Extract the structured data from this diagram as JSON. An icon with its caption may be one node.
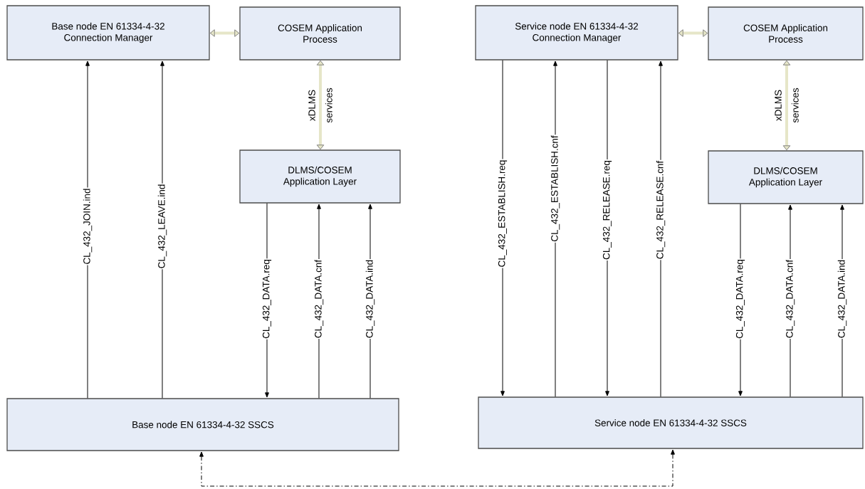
{
  "diagram": {
    "nodes": [
      {
        "text": [
          "Base node EN 61334-4-32 Connection Manager"
        ]
      },
      {
        "text": [
          "COSEM Application Process"
        ]
      },
      {
        "text": [
          "Service node EN 61334-4-32 Connection Manager"
        ]
      },
      {
        "text": [
          "COSEM Application Process"
        ]
      },
      {
        "text": [
          "DLMS/COSEM Application Layer"
        ]
      },
      {
        "text": [
          "DLMS/COSEM Application Layer"
        ]
      },
      {
        "text": [
          "Base node EN 61334-4-32 SSCS"
        ]
      },
      {
        "text": [
          "Service node EN 61334-4-32 SSCS"
        ]
      }
    ],
    "edges": [
      {
        "from": 0,
        "to": 1,
        "arrow": "both",
        "style": "thick",
        "color": "#e6e6c8"
      },
      {
        "from": 1,
        "to": 4,
        "arrow": "both",
        "style": "thick",
        "color": "#e6e6c8",
        "label": "xDLMS services"
      },
      {
        "from": 6,
        "to": 0,
        "arrow": "to",
        "label": "CL_432_JOIN.ind"
      },
      {
        "from": 6,
        "to": 0,
        "arrow": "to",
        "label": "CL_432_LEAVE.ind"
      },
      {
        "from": 4,
        "to": 6,
        "arrow": "to",
        "label": "CL_432_DATA.req"
      },
      {
        "from": 6,
        "to": 4,
        "arrow": "to",
        "label": "CL_432_DATA.cnf"
      },
      {
        "from": 6,
        "to": 4,
        "arrow": "to",
        "label": "CL_432_DATA.ind"
      },
      {
        "from": 2,
        "to": 3,
        "arrow": "both",
        "style": "thick",
        "color": "#e6e6c8"
      },
      {
        "from": 3,
        "to": 5,
        "arrow": "both",
        "style": "thick",
        "color": "#e6e6c8",
        "label": "xDLMS services"
      },
      {
        "from": 2,
        "to": 7,
        "arrow": "to",
        "label": "CL_432_ESTABLISH.req"
      },
      {
        "from": 7,
        "to": 2,
        "arrow": "to",
        "label": "CL_432_ESTABLISH.cnf"
      },
      {
        "from": 2,
        "to": 7,
        "arrow": "to",
        "label": "CL_432_RELEASE.req"
      },
      {
        "from": 7,
        "to": 2,
        "arrow": "to",
        "label": "CL_432_RELEASE.cnf"
      },
      {
        "from": 5,
        "to": 7,
        "arrow": "to",
        "label": "CL_432_DATA.req"
      },
      {
        "from": 7,
        "to": 5,
        "arrow": "to",
        "label": "CL_432_DATA.cnf"
      },
      {
        "from": 7,
        "to": 5,
        "arrow": "to",
        "label": "CL_432_DATA.ind"
      },
      {
        "from": 7,
        "to": 6,
        "arrow": "both",
        "style": "dashed"
      }
    ]
  }
}
